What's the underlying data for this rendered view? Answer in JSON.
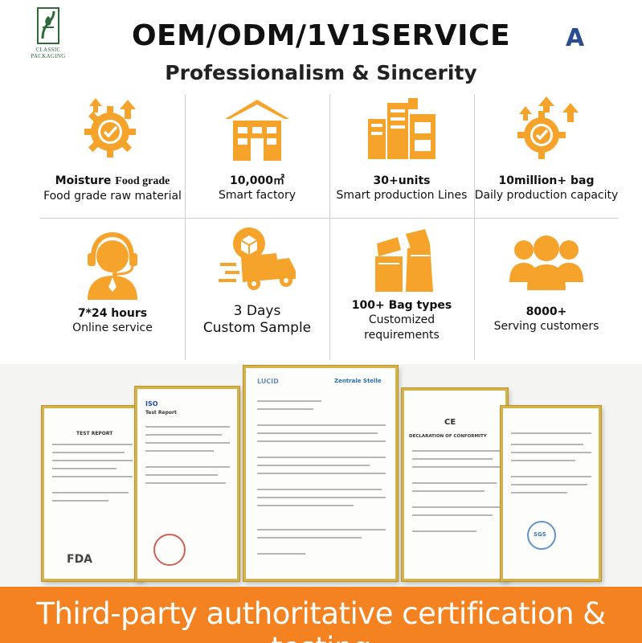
{
  "brand": {
    "logo_text": "CLASSIC PACKAGING"
  },
  "header": {
    "title": "OEM/ODM/1V1SERVICE",
    "title_badge": "A",
    "subtitle": "Professionalism & Sincerity"
  },
  "colors": {
    "accent": "#f58220",
    "icon": "#f5a32a",
    "frame": "#d4b44a",
    "badge": "#2a4d8f"
  },
  "features": [
    {
      "icon": "gear-check-icon",
      "line1_a": "Moisture",
      "line1_b": "Food grade",
      "line2": "Food grade raw material"
    },
    {
      "icon": "factory-icon",
      "line1": "10,000㎡",
      "line2": "Smart factory"
    },
    {
      "icon": "production-line-icon",
      "line1": "30+units",
      "line2": "Smart production Lines"
    },
    {
      "icon": "gear-growth-icon",
      "line1": "10million+ bag",
      "line2": "Daily production capacity"
    },
    {
      "icon": "customer-service-icon",
      "line1": "7*24 hours",
      "line2": "Online service"
    },
    {
      "icon": "delivery-truck-icon",
      "line1": "3 Days",
      "line2": "Custom Sample"
    },
    {
      "icon": "bag-types-icon",
      "line1": "100+ Bag types",
      "line2": "Customized",
      "line3": "requirements"
    },
    {
      "icon": "customers-group-icon",
      "line1": "8000+",
      "line2": "Serving customers"
    }
  ],
  "certificates": [
    {
      "heading": "TEST REPORT",
      "mark": "FDA"
    },
    {
      "heading": "Test Report",
      "mark": "ISO"
    },
    {
      "heading": "LUCID",
      "mark": "Zentrale Stelle"
    },
    {
      "heading": "DECLARATION OF CONFORMITY",
      "mark": "CE"
    },
    {
      "heading": "",
      "mark": "SGS"
    }
  ],
  "banner": {
    "text": "Third-party authoritative certification & testing"
  }
}
